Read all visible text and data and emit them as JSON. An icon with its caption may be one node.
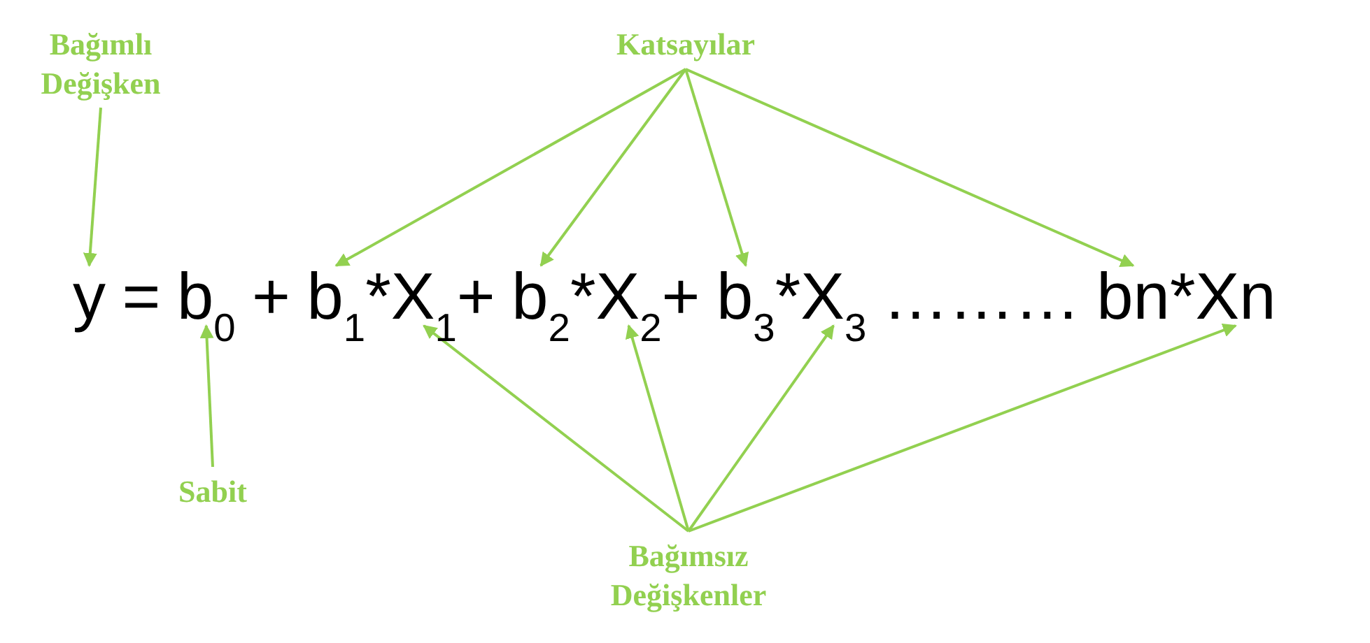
{
  "diagram": {
    "nodes": [
      {
        "text": [
          "Bağımlı Değişken"
        ]
      },
      {
        "text": [
          "Katsayılar"
        ]
      },
      {
        "text": [
          "Sabit"
        ]
      },
      {
        "text": [
          "Bağımsız Değişkenler"
        ]
      },
      {
        "text": [
          "y"
        ]
      },
      {
        "text": [
          "b$_{0}$"
        ]
      },
      {
        "text": [
          "b$_{1}$"
        ]
      },
      {
        "text": [
          "X$_{1}$"
        ]
      },
      {
        "text": [
          "b$_{2}$"
        ]
      },
      {
        "text": [
          "X$_{2}$"
        ]
      },
      {
        "text": [
          "b$_{3}$"
        ]
      },
      {
        "text": [
          "X$_{3}$"
        ]
      },
      {
        "text": [
          "bn"
        ]
      },
      {
        "text": [
          "Xn"
        ]
      }
    ],
    "edges": [
      {
        "from": 0,
        "to": 4,
        "arrow": "to"
      },
      {
        "from": 1,
        "to": 6,
        "arrow": "to"
      },
      {
        "from": 1,
        "to": 8,
        "arrow": "to"
      },
      {
        "from": 1,
        "to": 10,
        "arrow": "to"
      },
      {
        "from": 1,
        "to": 12,
        "arrow": "to"
      },
      {
        "from": 2,
        "to": 5,
        "arrow": "to"
      },
      {
        "from": 3,
        "to": 7,
        "arrow": "to"
      },
      {
        "from": 3,
        "to": 9,
        "arrow": "to"
      },
      {
        "from": 3,
        "to": 11,
        "arrow": "to"
      },
      {
        "from": 3,
        "to": 13,
        "arrow": "to"
      }
    ],
    "labels": [
      "=",
      "+",
      "*",
      "+",
      "*",
      "+",
      "*",
      "………",
      "*"
    ]
  }
}
